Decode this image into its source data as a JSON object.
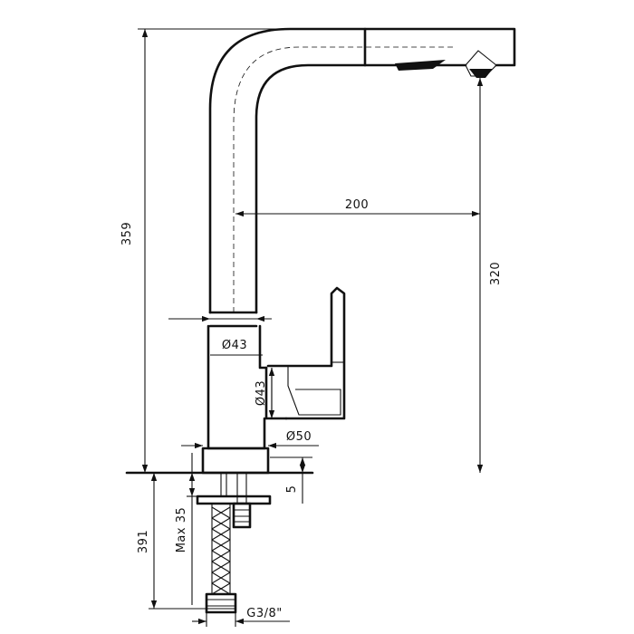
{
  "dimensions": {
    "total_height": "359",
    "spout_reach": "200",
    "spout_height": "320",
    "spout_body_diameter": "Ø43",
    "handle_diameter": "Ø43",
    "base_diameter": "Ø50",
    "base_plate": "5",
    "worktop_max": "Max 35",
    "hose_length": "391",
    "thread": "G3/8\""
  }
}
